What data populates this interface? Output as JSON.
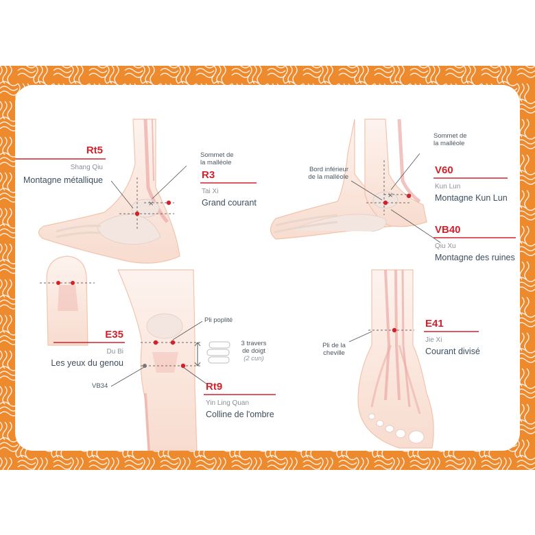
{
  "points": [
    {
      "code": "Rt5",
      "chinese": "Shang Qiu",
      "french": "Montagne métallique"
    },
    {
      "code": "R3",
      "chinese": "Tai Xi",
      "french": "Grand courant"
    },
    {
      "code": "V60",
      "chinese": "Kun Lun",
      "french": "Montagne Kun Lun"
    },
    {
      "code": "VB40",
      "chinese": "Qiu Xu",
      "french": "Montagne des ruines"
    },
    {
      "code": "E35",
      "chinese": "Du Bi",
      "french": "Les yeux du genou"
    },
    {
      "code": "Rt9",
      "chinese": "Yin Ling Quan",
      "french": "Colline de l'ombre"
    },
    {
      "code": "E41",
      "chinese": "Jie Xi",
      "french": "Courant divisé"
    }
  ],
  "annotations": {
    "sommet_1": [
      "Sommet de",
      "la malléole"
    ],
    "sommet_2": [
      "Sommet de",
      "la malléole"
    ],
    "bord_inferieur": [
      "Bord inférieur",
      "de la malléole"
    ],
    "pli_poplite": "Pli poplité",
    "travers": [
      "3 travers",
      "de doigt"
    ],
    "cun": "(2 cun)",
    "vb34": "VB34",
    "pli_cheville": [
      "Pli de la",
      "cheville"
    ]
  },
  "colors": {
    "frame": "#ee8a2e",
    "frame_lines": "#ffffff",
    "card": "#ffffff",
    "point_red": "#d3202a",
    "underline_red": "#d3202a",
    "label_text": "#3c4e5e",
    "chinese_text": "#8a9099",
    "skin": "#fbe9df",
    "muscle": "#eba9a6",
    "bone": "#efe6e2"
  }
}
